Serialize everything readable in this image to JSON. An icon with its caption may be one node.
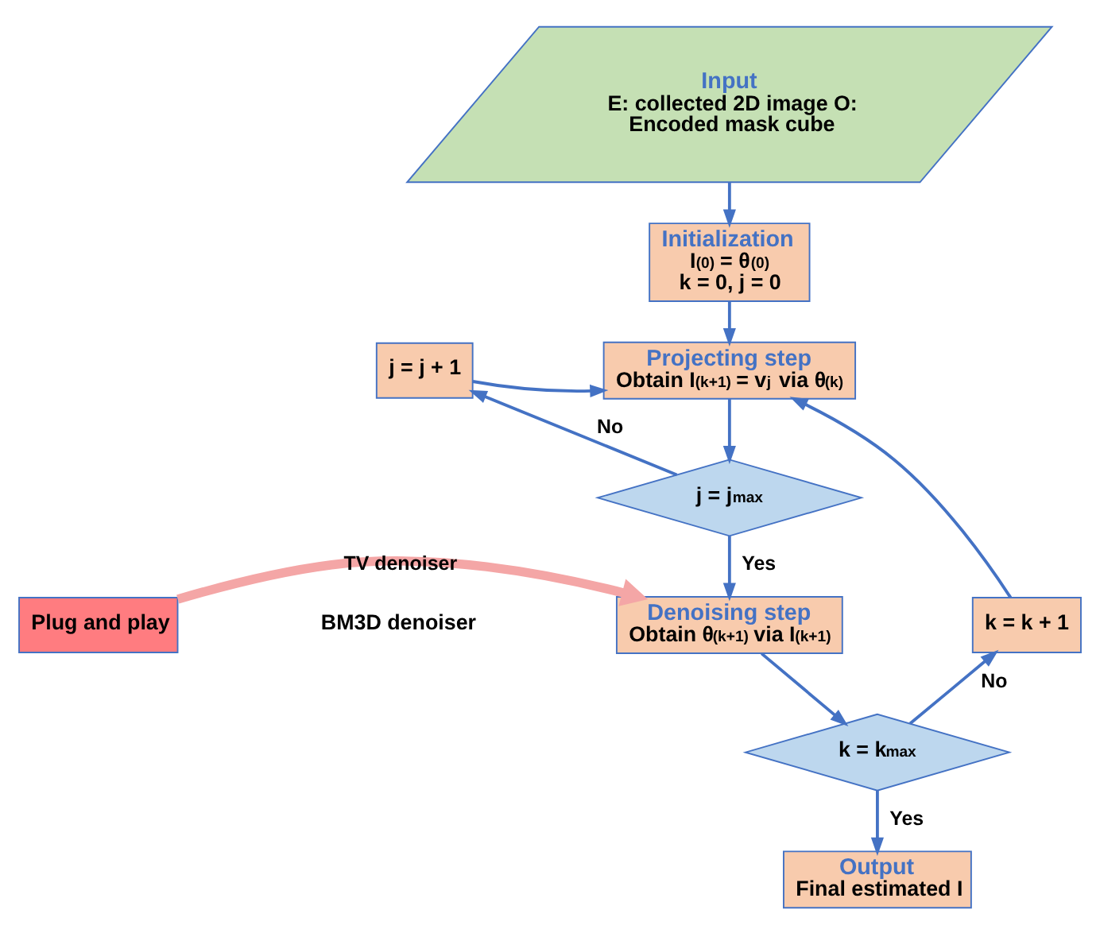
{
  "diagram": {
    "nodes": [
      {
        "text": [
          "Input",
          "E: collected 2D image O: Encoded mask cube"
        ]
      },
      {
        "text": [
          "Initialization",
          "I$^{(0)}$ = θ$^{(0)}$",
          "k = 0, j = 0"
        ]
      },
      {
        "text": [
          "Projecting step",
          "Obtain I$^{(k+1)}$ = v$_{j}$ via θ$^{(k)}$"
        ]
      },
      {
        "text": [
          "j = j + 1"
        ]
      },
      {
        "text": [
          "j = j$_{max}$"
        ]
      },
      {
        "text": [
          "Plug and play"
        ]
      },
      {
        "text": [
          "Denoising step",
          "Obtain θ$^{(k+1)}$ via I$^{(k+1)}$"
        ]
      },
      {
        "text": [
          "k = k$_{max}$"
        ]
      },
      {
        "text": [
          "k = k + 1"
        ]
      },
      {
        "text": [
          "Output",
          "Final estimated I"
        ]
      }
    ],
    "edges": [
      {
        "from": 0,
        "to": 1,
        "arrow": "to"
      },
      {
        "from": 1,
        "to": 2,
        "arrow": "to"
      },
      {
        "from": 2,
        "to": 4,
        "arrow": "to"
      },
      {
        "from": 4,
        "to": 3,
        "arrow": "to",
        "label": "No"
      },
      {
        "from": 3,
        "to": 2,
        "arrow": "to"
      },
      {
        "from": 4,
        "to": 6,
        "arrow": "to",
        "label": "Yes"
      },
      {
        "from": 5,
        "to": 6,
        "arrow": "to",
        "label": "TV denoiser",
        "style": "thick",
        "color": "#f4a6a6"
      },
      {
        "from": 6,
        "to": 7,
        "arrow": "to"
      },
      {
        "from": 7,
        "to": 8,
        "arrow": "to",
        "label": "No"
      },
      {
        "from": 8,
        "to": 2,
        "arrow": "to"
      },
      {
        "from": 7,
        "to": 9,
        "arrow": "to",
        "label": "Yes"
      }
    ],
    "labels": [
      "BM3D denoiser"
    ]
  }
}
